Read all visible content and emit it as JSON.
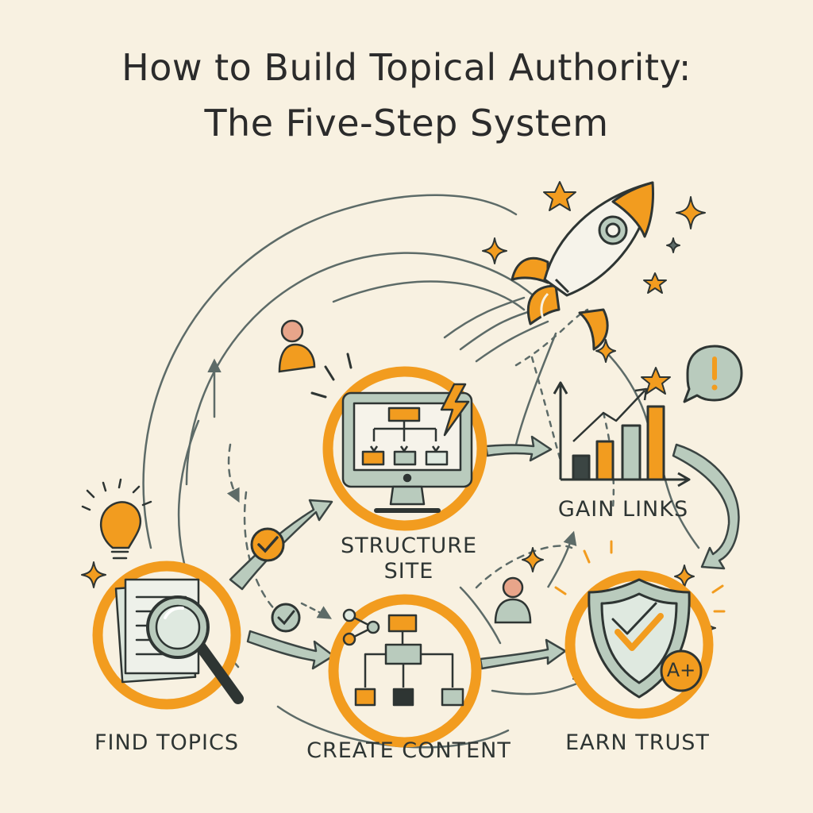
{
  "title": {
    "line1": "How to Build Topical Authority:",
    "line2": "The Five-Step System"
  },
  "steps": [
    {
      "id": "find",
      "label": "FIND TOPICS",
      "icon": "magnifier-documents-icon"
    },
    {
      "id": "structure",
      "label_line1": "STRUCTURE",
      "label_line2": "SITE",
      "icon": "monitor-sitemap-icon"
    },
    {
      "id": "create",
      "label": "CREATE CONTENT",
      "icon": "content-flowchart-icon"
    },
    {
      "id": "links",
      "label": "GAIN LINKS",
      "icon": "rising-bar-chart-icon"
    },
    {
      "id": "trust",
      "label": "EARN TRUST",
      "icon": "shield-check-icon"
    }
  ],
  "badge": "A+",
  "colors": {
    "background": "#f8f1e1",
    "accent_orange": "#f29c1f",
    "sage": "#b9cbbd",
    "dark": "#2e3533",
    "line": "#5d6b68"
  }
}
